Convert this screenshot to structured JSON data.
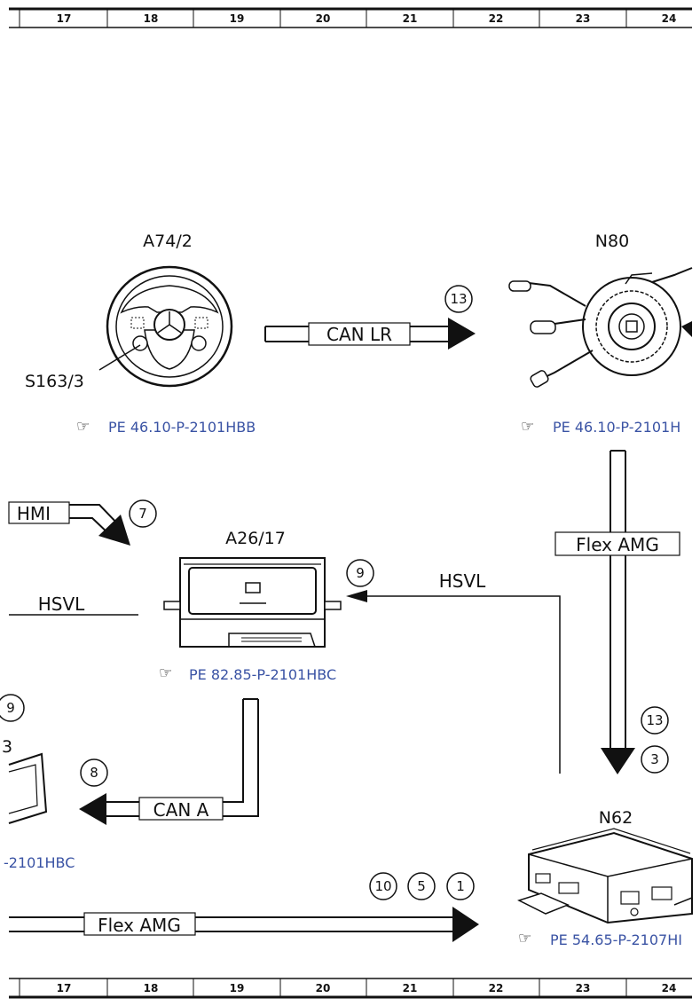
{
  "ruler": {
    "columns": [
      "17",
      "18",
      "19",
      "20",
      "21",
      "22",
      "23",
      "24"
    ]
  },
  "components": {
    "steering_wheel": {
      "label": "A74/2",
      "sub_label": "S163/3",
      "ref": "PE 46.10-P-2101HBB"
    },
    "steering_column_module": {
      "label": "N80",
      "ref": "PE 46.10-P-2101H"
    },
    "control_unit": {
      "label": "A26/17",
      "ref": "PE 82.85-P-2101HBC"
    },
    "sam_module": {
      "label": "N62",
      "ref": "PE 54.65-P-2107HI"
    },
    "left_module": {
      "label": "3",
      "ref": "-2101HBC"
    }
  },
  "buses": {
    "can_lr": "CAN LR",
    "hmi": "HMI",
    "hsvl_left": "HSVL",
    "hsvl_right": "HSVL",
    "flex_amg_vertical": "Flex AMG",
    "can_a": "CAN A",
    "flex_amg_bottom": "Flex AMG"
  },
  "markers": {
    "can_lr": "13",
    "hmi": "7",
    "hsvl": "9",
    "left_edge": "9",
    "can_a": "8",
    "flex_top": "13",
    "flex_bottom": "3",
    "bottom_a": "10",
    "bottom_b": "5",
    "bottom_c": "1"
  },
  "colors": {
    "link": "#3a53a4",
    "line": "#111111"
  }
}
